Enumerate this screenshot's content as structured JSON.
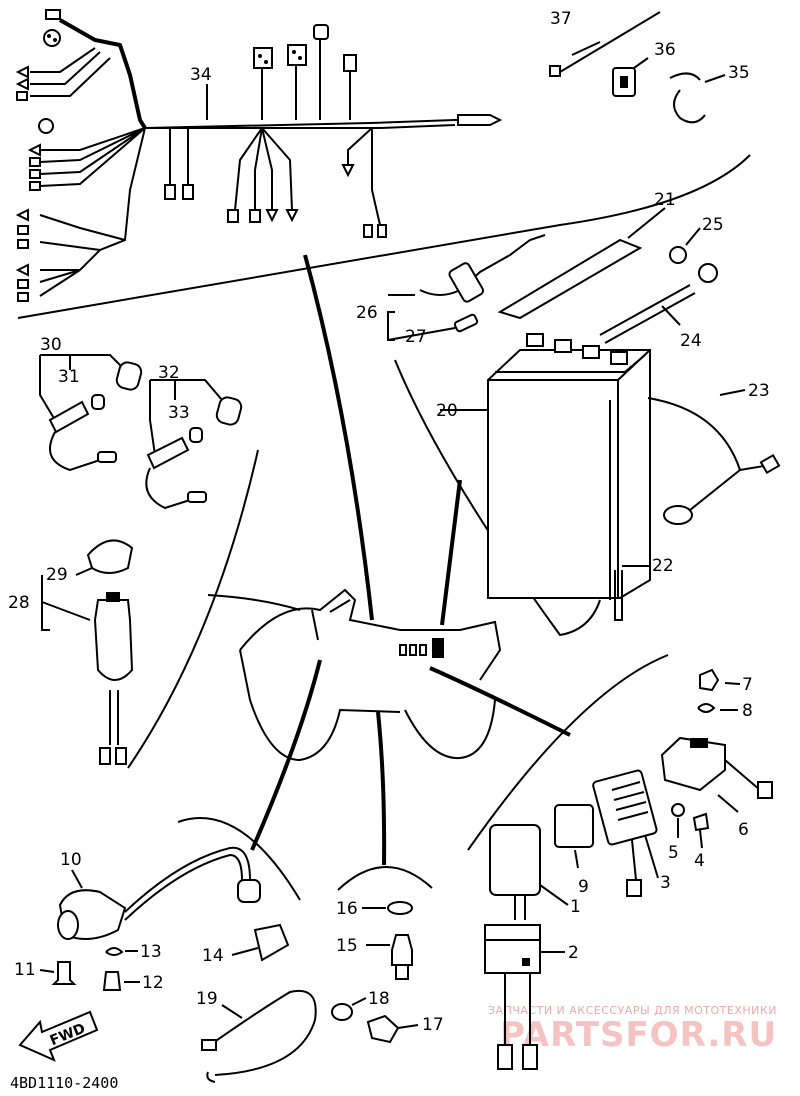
{
  "callouts": {
    "c1": "1",
    "c2": "2",
    "c3": "3",
    "c4": "4",
    "c5": "5",
    "c6": "6",
    "c7": "7",
    "c8": "8",
    "c9": "9",
    "c10": "10",
    "c11": "11",
    "c12": "12",
    "c13": "13",
    "c14": "14",
    "c15": "15",
    "c16": "16",
    "c17": "17",
    "c18": "18",
    "c19": "19",
    "c20": "20",
    "c21": "21",
    "c22": "22",
    "c23": "23",
    "c24": "24",
    "c25": "25",
    "c26": "26",
    "c27": "27",
    "c28": "28",
    "c29": "29",
    "c30": "30",
    "c31": "31",
    "c32": "32",
    "c33": "33",
    "c34": "34",
    "c35": "35",
    "c36": "36",
    "c37": "37"
  },
  "fwd_label": "FWD",
  "footer_code": "4BD1110-2400",
  "watermark": {
    "line1": "ЗАПЧАСТИ И АКСЕССУАРЫ ДЛЯ МОТОТЕХНИКИ",
    "line2": "PARTSFOR.RU"
  },
  "colors": {
    "ink": "#000000",
    "paper": "#ffffff",
    "watermark": "#f6c3c3"
  }
}
